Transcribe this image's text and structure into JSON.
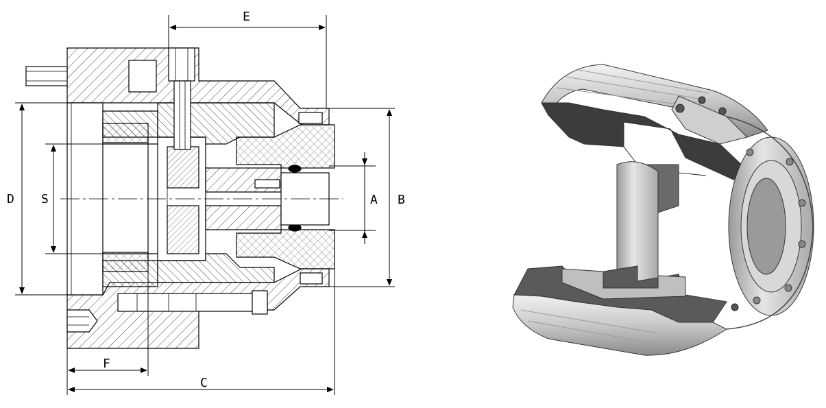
{
  "diagram": {
    "labels": {
      "E": "E",
      "D": "D",
      "S": "S",
      "A": "A",
      "B": "B",
      "F": "F",
      "C": "C"
    }
  },
  "colors": {
    "line": "#000000",
    "hatch": "#444444",
    "metal_light": "#e4e4e4",
    "metal_mid": "#b4b4b4",
    "metal_dark": "#3c3c3c",
    "metal_cut": "#6a6a6a"
  }
}
